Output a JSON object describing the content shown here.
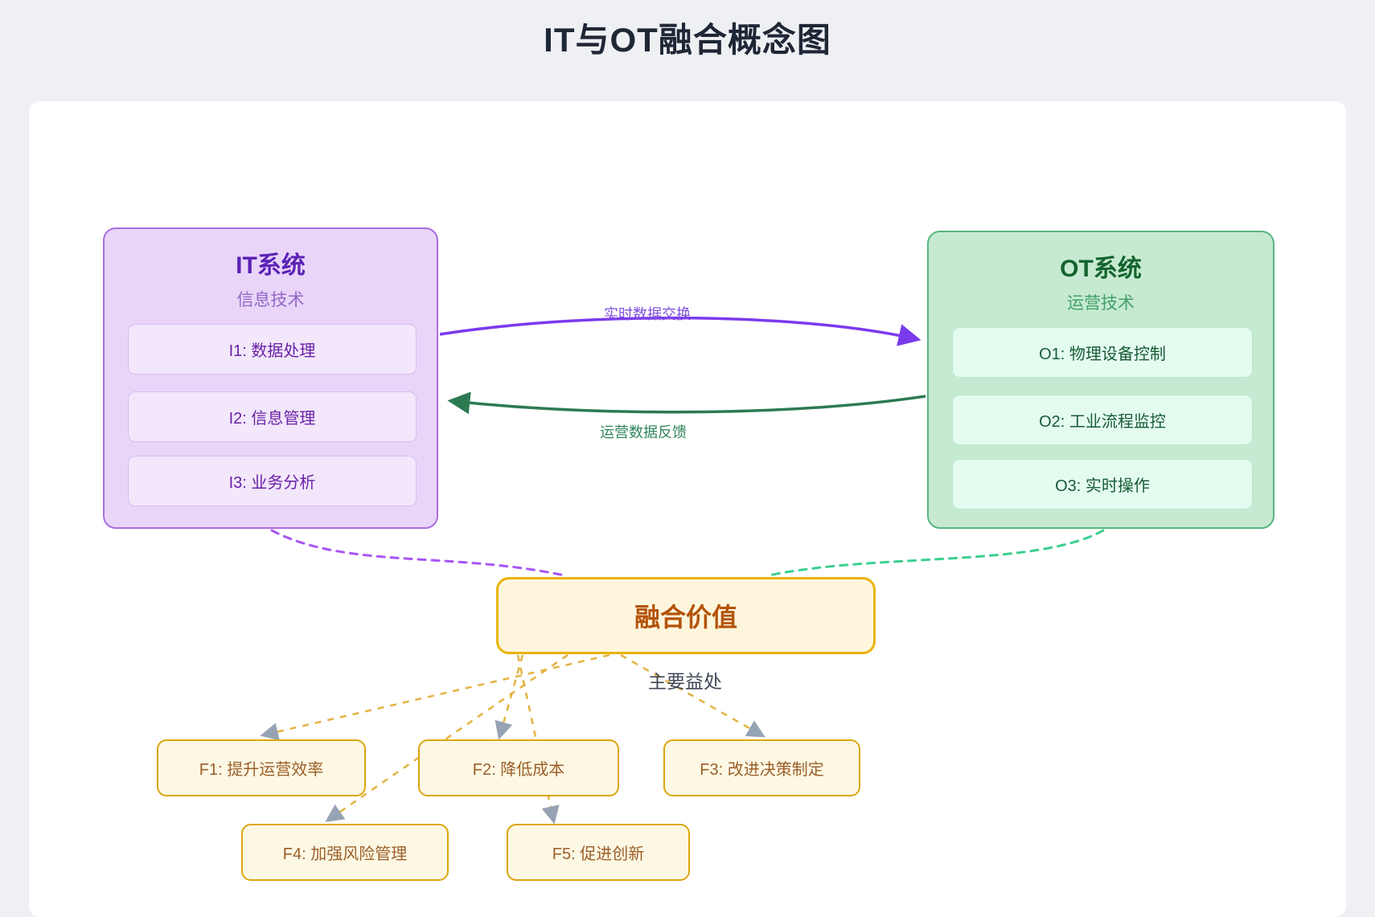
{
  "page": {
    "title": "IT与OT融合概念图"
  },
  "nodes": {
    "it": {
      "title": "IT系统",
      "subtitle": "信息技术",
      "items": [
        "I1: 数据处理",
        "I2: 信息管理",
        "I3: 业务分析"
      ]
    },
    "ot": {
      "title": "OT系统",
      "subtitle": "运营技术",
      "items": [
        "O1: 物理设备控制",
        "O2: 工业流程监控",
        "O3: 实时操作"
      ]
    },
    "fusion": {
      "title": "融合价值"
    },
    "benefits": [
      "F1: 提升运营效率",
      "F2: 降低成本",
      "F3: 改进决策制定",
      "F4: 加强风险管理",
      "F5: 促进创新"
    ]
  },
  "edges": {
    "it_to_ot_label": "实时数据交换",
    "ot_to_it_label": "运营数据反馈",
    "benefits_label": "主要益处"
  },
  "colors": {
    "it_fill": "#e8d5f8",
    "it_border": "#a96ee0",
    "it_arrow": "#7c3aed",
    "ot_fill": "#c6ead1",
    "ot_border": "#57b581",
    "ot_arrow": "#2c7a52",
    "it_dashed": "#a855f7",
    "ot_dashed": "#3bd08f",
    "fusion_fill": "#fdf6dd",
    "fusion_border": "#eab308",
    "fusion_text": "#b45309",
    "benefit_fill": "#fdf8e4",
    "benefit_border": "#dca60e",
    "benefit_edge": "#e3b341",
    "benefit_arrowhead": "#96a3b4",
    "page_background": "#eef0f3",
    "title_text": "#1f2736"
  }
}
